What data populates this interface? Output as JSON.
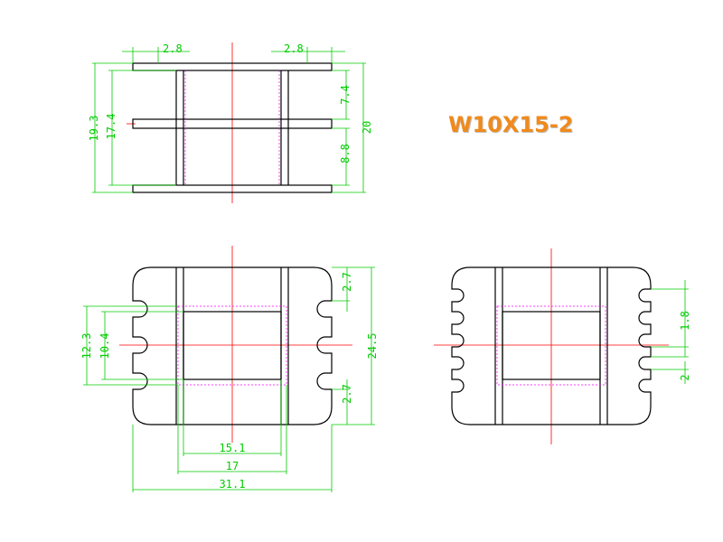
{
  "part_name": "W10X15-2",
  "dimensions": {
    "top_left_width": "2.8",
    "top_right_width": "2.8",
    "top_height_outer": "19.3",
    "top_height_inner": "17.4",
    "top_right_upper": "7.4",
    "top_right_lower": "8.8",
    "top_total_height": "20",
    "front_height_outer": "12.3",
    "front_height_inner": "10.4",
    "front_top_gap": "2.7",
    "front_bottom_gap": "2.7",
    "front_total_height": "24.5",
    "front_window_width": "15.1",
    "front_inner_width": "17",
    "front_total_width": "31.1",
    "side_slot_pitch": "1.8",
    "side_slot_bottom": "2"
  },
  "colors": {
    "outline": "#000000",
    "dimension": "#00cc00",
    "center_line": "#ff0000",
    "hidden_line": "#ff00ff",
    "title": "#f08a1c"
  }
}
